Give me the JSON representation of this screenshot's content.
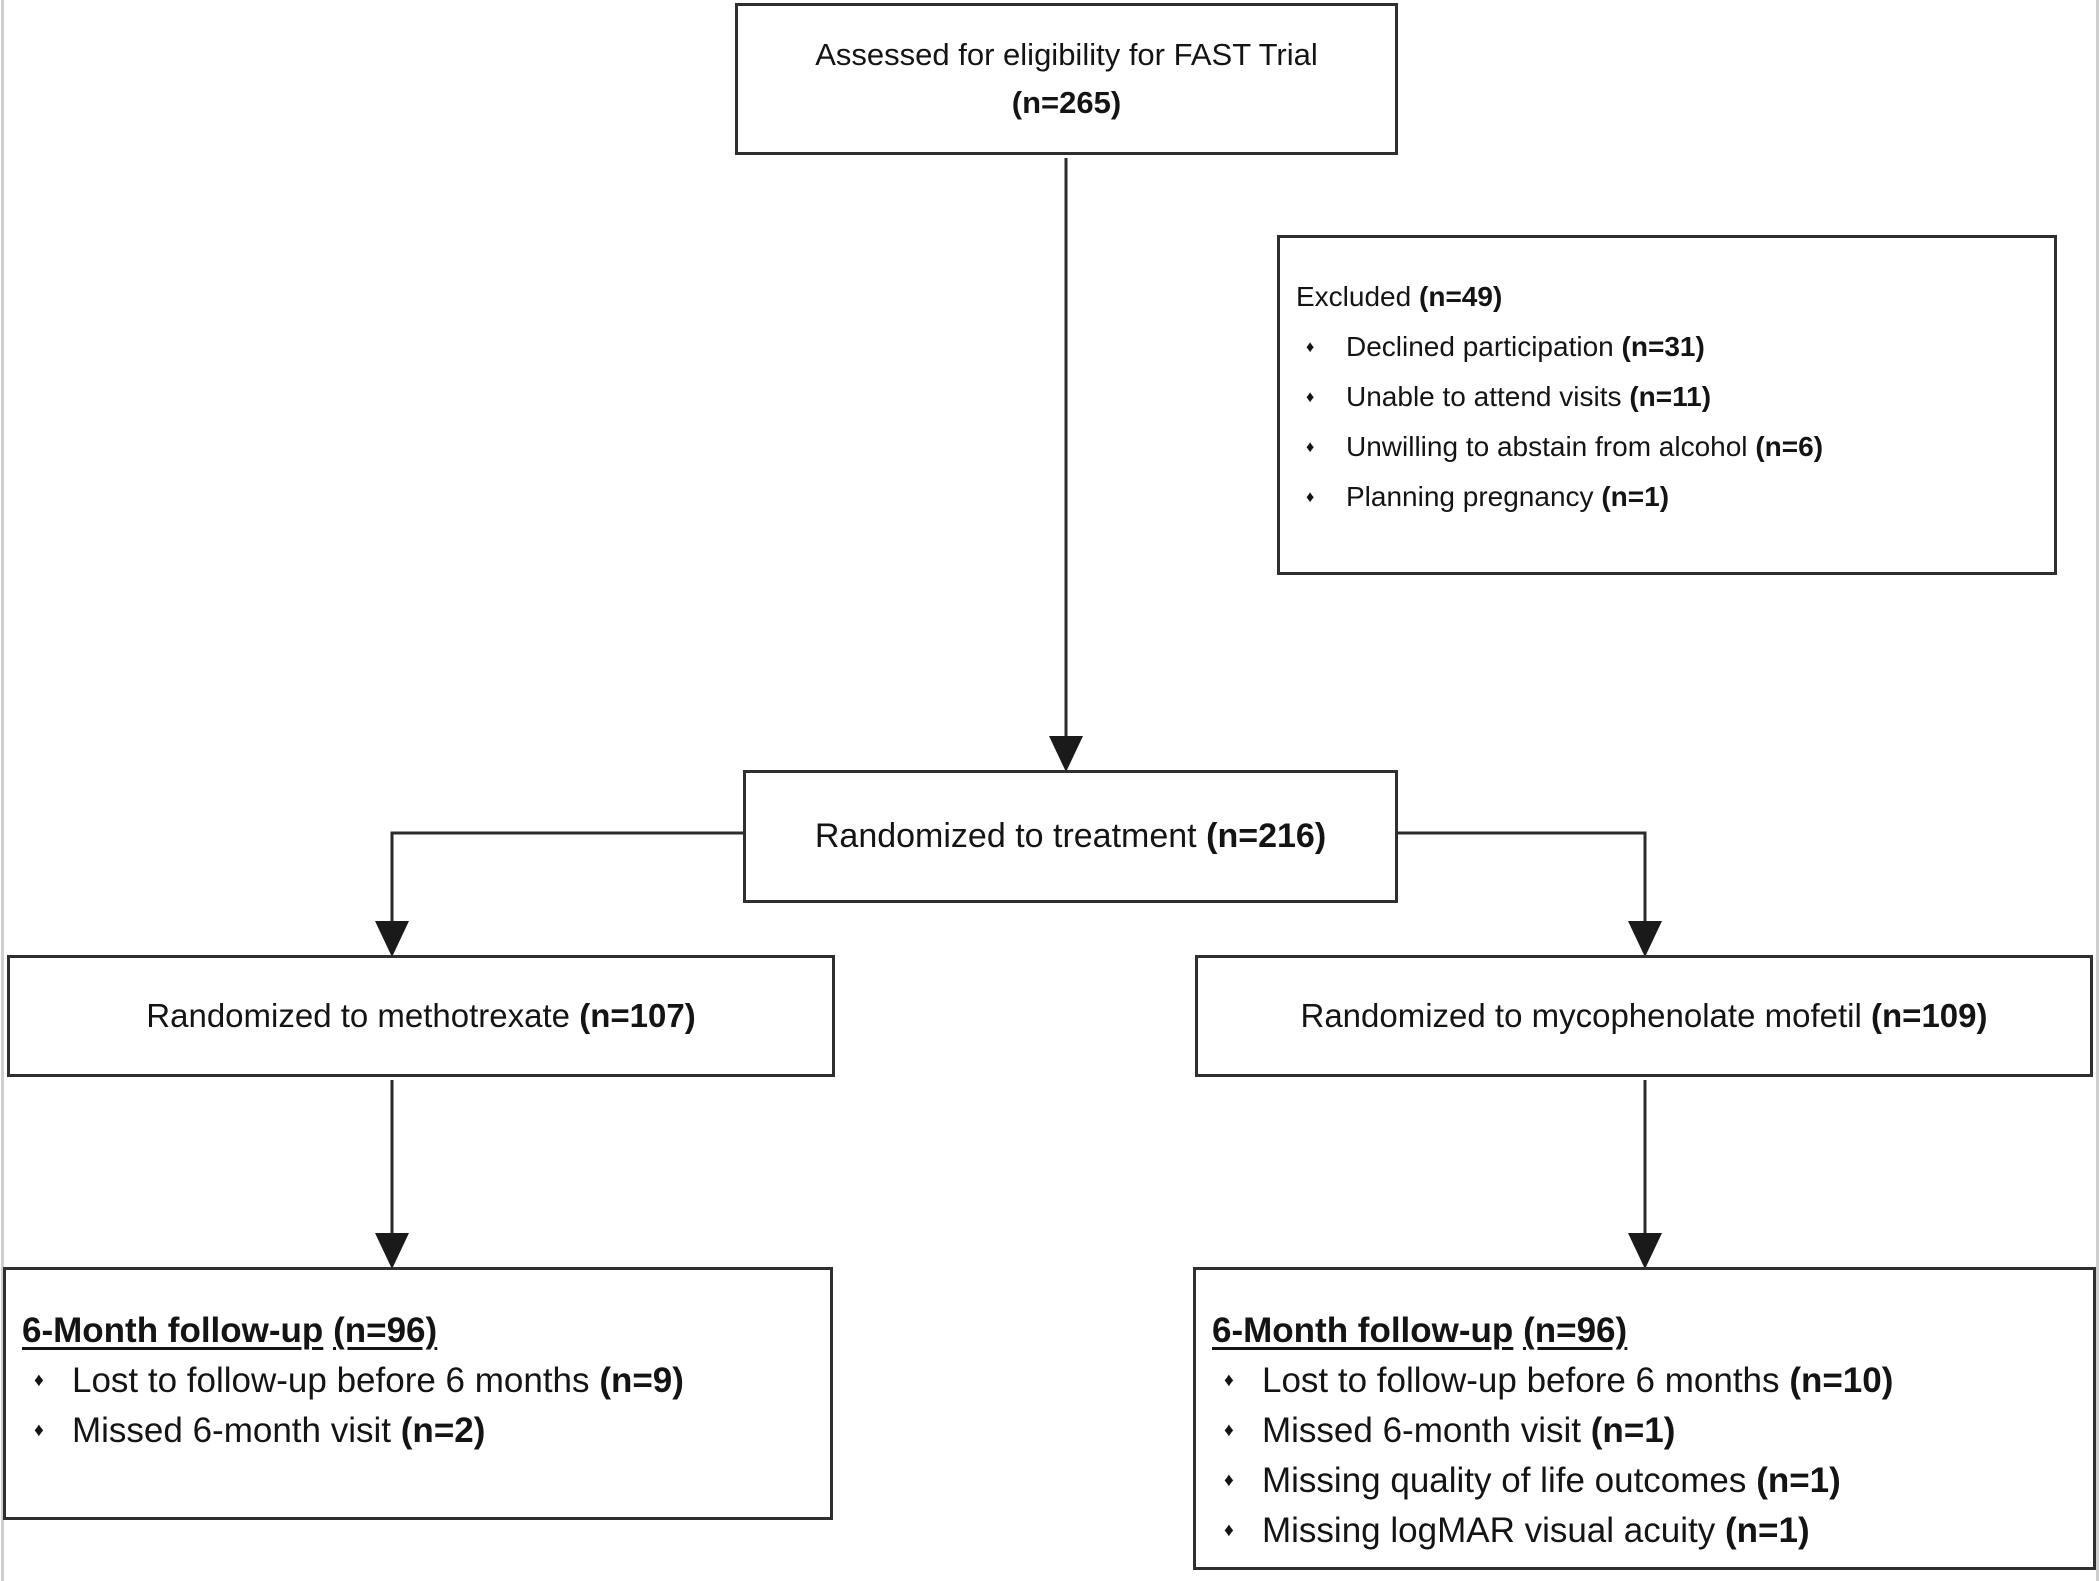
{
  "flowchart": {
    "eligibility": {
      "label": "Assessed for eligibility for FAST Trial",
      "n": "(n=265)"
    },
    "excluded": {
      "label": "Excluded",
      "n": "(n=49)",
      "items": [
        {
          "label": "Declined participation",
          "n": "(n=31)"
        },
        {
          "label": "Unable to attend visits",
          "n": "(n=11)"
        },
        {
          "label": "Unwilling to abstain from alcohol",
          "n": "(n=6)"
        },
        {
          "label": "Planning pregnancy",
          "n": "(n=1)"
        }
      ]
    },
    "randomized": {
      "label": "Randomized to treatment",
      "n": "(n=216)"
    },
    "methotrexate": {
      "label": "Randomized to methotrexate",
      "n": "(n=107)"
    },
    "mycophenolate": {
      "label": "Randomized to mycophenolate mofetil",
      "n": "(n=109)"
    },
    "mtx_followup": {
      "label": "6-Month follow-up",
      "n": "(n=96)",
      "items": [
        {
          "label": "Lost to follow-up before 6 months",
          "n": "(n=9)"
        },
        {
          "label": "Missed 6-month visit",
          "n": "(n=2)"
        }
      ]
    },
    "mmf_followup": {
      "label": "6-Month follow-up",
      "n": "(n=96)",
      "items": [
        {
          "label": "Lost to follow-up before 6 months",
          "n": "(n=10)"
        },
        {
          "label": "Missed 6-month visit",
          "n": "(n=1)"
        },
        {
          "label": "Missing quality of life outcomes",
          "n": "(n=1)"
        },
        {
          "label": "Missing logMAR visual acuity",
          "n": "(n=1)"
        }
      ]
    }
  },
  "style": {
    "bullet": "♦",
    "line_color": "#2b2b2b",
    "border_color": "#2f2f2f"
  }
}
